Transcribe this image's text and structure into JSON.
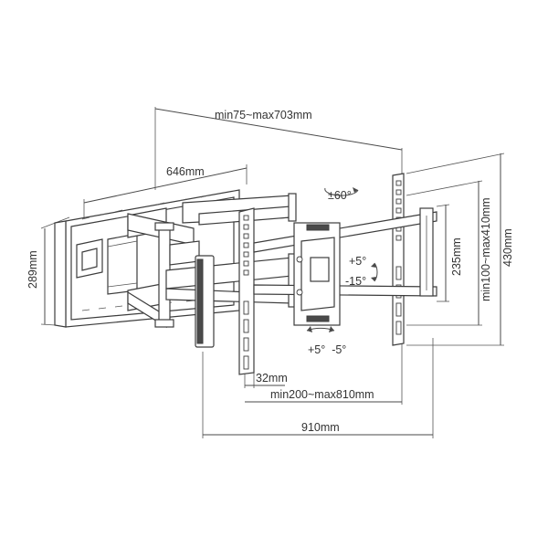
{
  "dimensions": {
    "arm_extension": "min75~max703mm",
    "wall_plate_width": "646mm",
    "wall_plate_height": "289mm",
    "swivel": "±60°",
    "tilt_up": "+5°",
    "tilt_down": "-15°",
    "vesa_vertical_min": "235mm",
    "vesa_vertical_range": "min100~max410mm",
    "bracket_height": "430mm",
    "level_adjust": "+5°  -5°",
    "rail_width": "32mm",
    "vesa_horizontal_range": "min200~max810mm",
    "overall_width": "910mm"
  },
  "colors": {
    "line": "#4a4a4a",
    "text": "#333333",
    "background": "#ffffff"
  }
}
